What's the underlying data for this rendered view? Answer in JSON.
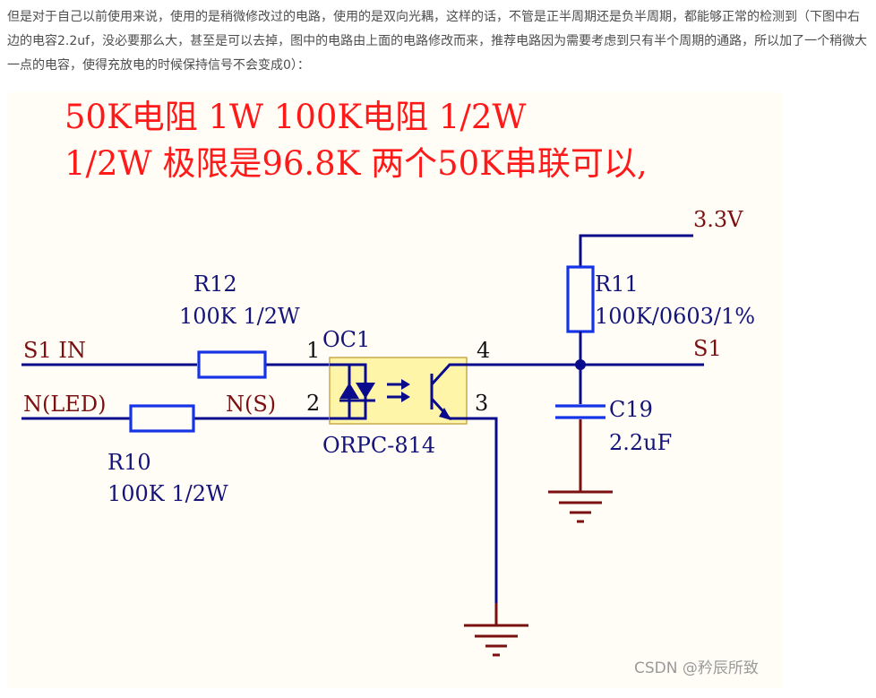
{
  "intro_text": "但是对于自己以前使用来说，使用的是稍微修改过的电路，使用的是双向光耦，这样的话，不管是正半周期还是负半周期，都能够正常的检测到（下图中右边的电容2.2uf，没必要那么大，甚至是可以去掉，图中的电路由上面的电路修改而来，推荐电路因为需要考虑到只有半个周期的通路，所以加了一个稍微大一点的电容，使得充放电的时候保持信号不会变成0）：",
  "notes": {
    "line1": "50K电阻  1W  100K电阻 1/2W",
    "line2": "1/2W 极限是96.8K  两个50K串联可以,"
  },
  "nets": {
    "vcc": "3.3V",
    "s1_in": "S1  IN",
    "n_led": "N(LED)",
    "n_s": "N(S)",
    "s1_out": "S1"
  },
  "components": {
    "r12": {
      "ref": "R12",
      "value": "100K 1/2W"
    },
    "r10": {
      "ref": "R10",
      "value": "100K 1/2W"
    },
    "r11": {
      "ref": "R11",
      "value": "100K/0603/1%"
    },
    "c19": {
      "ref": "C19",
      "value": "2.2uF"
    },
    "oc1": {
      "ref": "OC1",
      "part": "ORPC-814",
      "pins": [
        "1",
        "2",
        "3",
        "4"
      ]
    }
  },
  "watermark": "CSDN @矜辰所致",
  "colors": {
    "note_red": "#ff1a1a",
    "wire_navy": "#0a0a8c",
    "resistor_blue": "#1434e6",
    "ground_maroon": "#7a1010",
    "optocoupler_fill": "#fff5a8"
  }
}
